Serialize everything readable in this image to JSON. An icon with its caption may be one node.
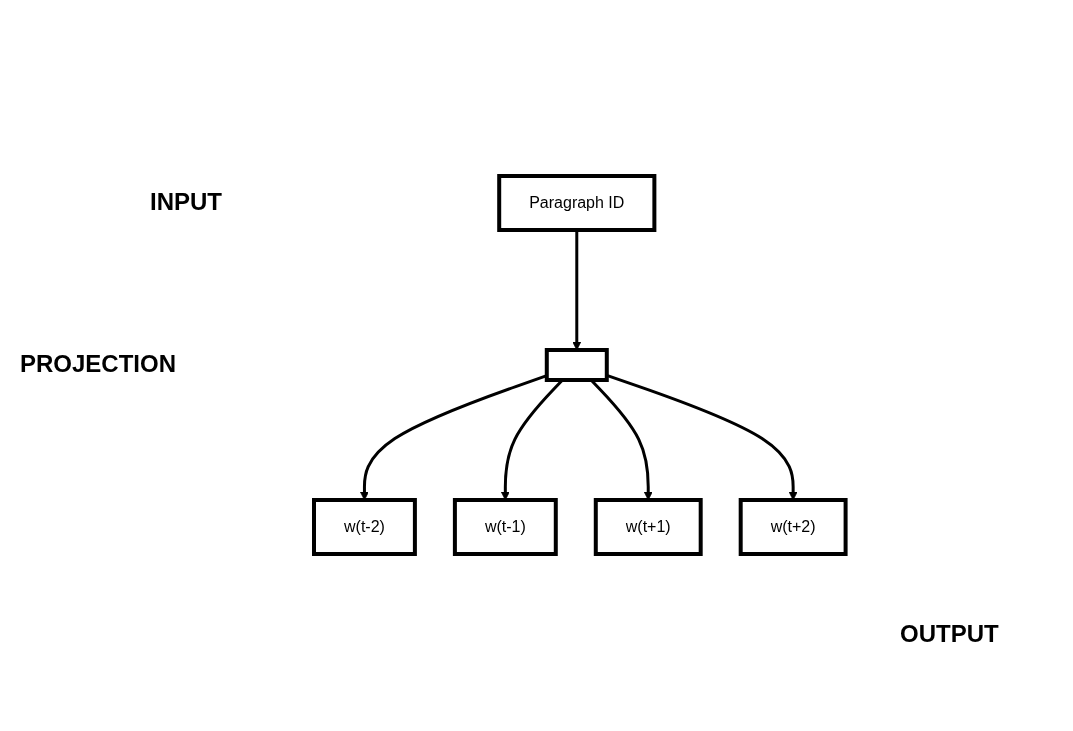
{
  "diagram": {
    "nodes": [
      {
        "text": [
          "Paragraph ID"
        ]
      },
      {
        "text": [],
        "shape": "box"
      },
      {
        "text": [
          "w(t-2)"
        ]
      },
      {
        "text": [
          "w(t-1)"
        ]
      },
      {
        "text": [
          "w(t+1)"
        ]
      },
      {
        "text": [
          "w(t+2)"
        ]
      }
    ],
    "edges": [
      {
        "from": 0,
        "to": 1,
        "arrow": "to"
      },
      {
        "from": 1,
        "to": 2,
        "arrow": "to"
      },
      {
        "from": 1,
        "to": 3,
        "arrow": "to"
      },
      {
        "from": 1,
        "to": 4,
        "arrow": "to"
      },
      {
        "from": 1,
        "to": 5,
        "arrow": "to"
      }
    ],
    "labels": [
      "INPUT",
      "PROJECTION",
      "OUTPUT"
    ]
  }
}
